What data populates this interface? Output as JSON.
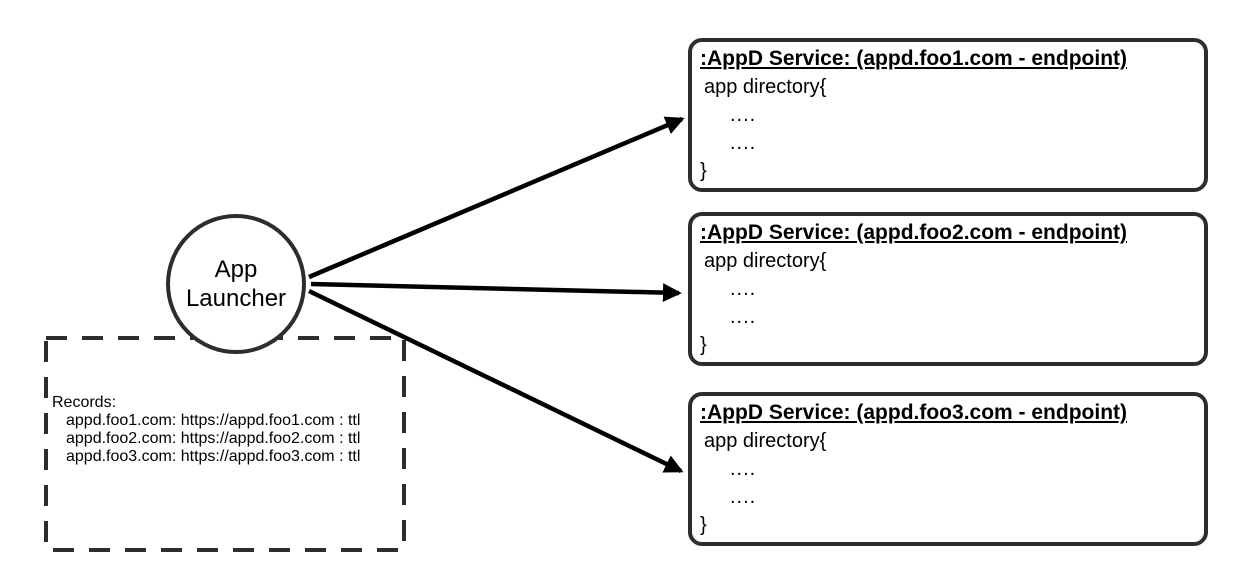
{
  "colors": {
    "stroke": "#2d2d2d",
    "arrow": "#000000",
    "text": "#000000",
    "background": "#ffffff"
  },
  "launcher": {
    "lines": [
      "App",
      "Launcher"
    ]
  },
  "records_box": {
    "title": "Records:",
    "records": [
      "appd.foo1.com: https://appd.foo1.com : ttl",
      "appd.foo2.com: https://appd.foo2.com : ttl",
      "appd.foo3.com: https://appd.foo3.com : ttl"
    ]
  },
  "services": [
    {
      "title": ":AppD Service: (appd.foo1.com - endpoint)",
      "body_lines": [
        "app directory{",
        "....",
        "....",
        "}"
      ]
    },
    {
      "title": ":AppD Service: (appd.foo2.com - endpoint)",
      "body_lines": [
        "app directory{",
        "....",
        "....",
        "}"
      ]
    },
    {
      "title": ":AppD Service: (appd.foo3.com - endpoint)",
      "body_lines": [
        "app directory{",
        "....",
        "....",
        "}"
      ]
    }
  ]
}
